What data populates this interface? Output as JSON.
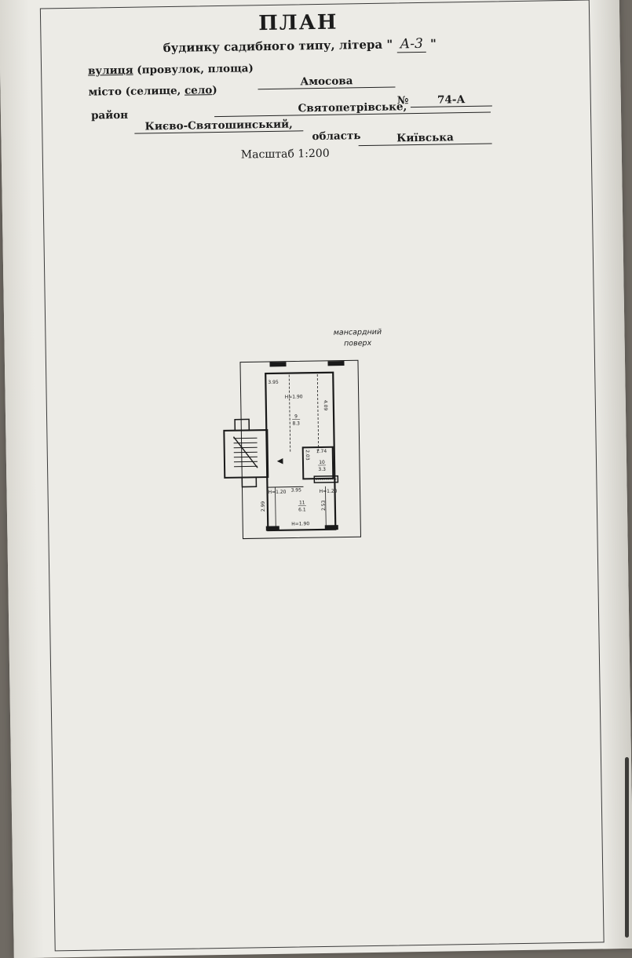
{
  "header": {
    "title": "ПЛАН",
    "subtitle_text": "будинку садибного типу, літера \"",
    "letter": "А-3",
    "subtitle_close": "\""
  },
  "address": {
    "street_label": "вулиця",
    "street_label_rest": "(провулок, площа)",
    "street_value": "Амосова",
    "number_label": "№",
    "number_value": "74-А",
    "city_label_pre": "місто (селище,",
    "city_label_underlined": "село",
    "city_label_post": ")",
    "city_value": "Святопетрівське,",
    "district_label": "район",
    "district_value": "Києво-Святошинський,",
    "region_label": "область",
    "region_value": "Київська"
  },
  "scale": "Масштаб 1:200",
  "floor": {
    "label_line1": "мансардний",
    "label_line2": "поверх"
  },
  "plan": {
    "dims": {
      "top_width": "3.95",
      "top_height_h": "Н=1.90",
      "right_len": "4.09",
      "closet_width": "1.74",
      "closet_len": "2.03",
      "mid_width": "3.95",
      "left_h": "Н=1.20",
      "right_h": "Н=1.20",
      "bottom_left_len": "2.99",
      "bottom_right_len": "2.53",
      "bottom_height_h": "Н=1.90"
    },
    "rooms": [
      {
        "number": "9",
        "area": "8.3"
      },
      {
        "number": "10",
        "area": "3.3"
      },
      {
        "number": "11",
        "area": "6.1"
      }
    ]
  }
}
